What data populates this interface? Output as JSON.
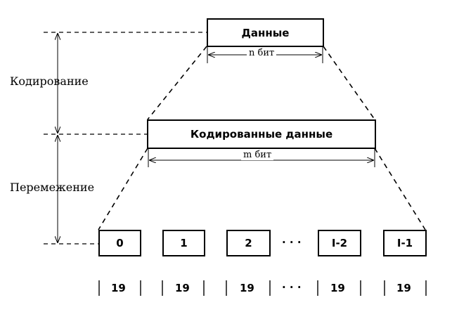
{
  "labels": {
    "encoding": "Кодирование",
    "interleaving": "Перемежение"
  },
  "boxes": {
    "data": "Данные",
    "coded": "Кодированные данные"
  },
  "dimensions": {
    "n": "n бит",
    "m": "m бит"
  },
  "blocks": [
    "0",
    "1",
    "2",
    "I-2",
    "I-1"
  ],
  "ellipsis": "· · ·",
  "block_sizes": [
    "19",
    "19",
    "19",
    "19",
    "19"
  ]
}
